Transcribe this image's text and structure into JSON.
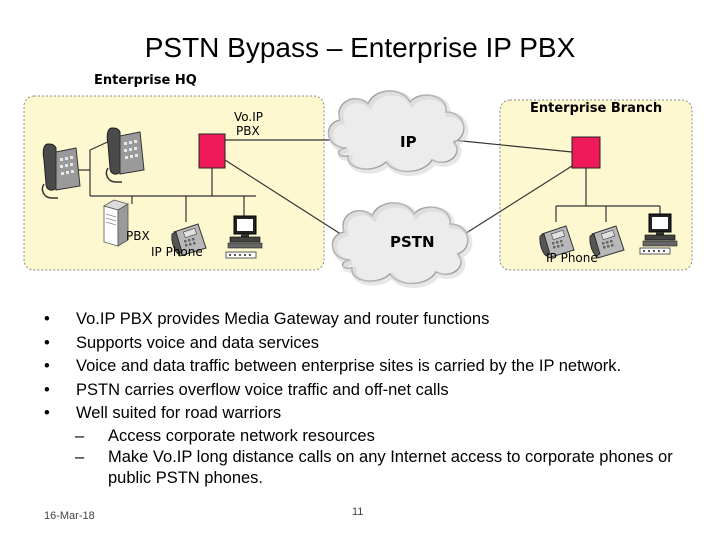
{
  "slide": {
    "title": "PSTN Bypass – Enterprise IP PBX",
    "date": "16-Mar-18",
    "page_number": "11"
  },
  "diagram": {
    "hq_label": "Enterprise HQ",
    "branch_label": "Enterprise Branch",
    "voip_pbx_label": [
      "Vo.IP",
      "PBX"
    ],
    "ip_cloud_label": "IP",
    "pstn_cloud_label": "PSTN",
    "pbx_label": "PBX",
    "hq_ip_phone_label": "IP Phone",
    "branch_ip_phone_label": "IP Phone",
    "colors": {
      "site_fill": "#fdf8cf",
      "pbx_fill": "#f0195a",
      "cloud_fill": "#ececec"
    },
    "icons": [
      "desk-phone-icon",
      "server-tower-icon",
      "ip-phone-icon",
      "computer-icon",
      "router-box-icon",
      "cloud-icon"
    ]
  },
  "bullets": [
    {
      "level": 1,
      "text": "Vo.IP PBX provides Media Gateway and router functions"
    },
    {
      "level": 1,
      "text": "Supports voice and data services"
    },
    {
      "level": 1,
      "text": "Voice and data traffic between enterprise sites is carried by the IP network."
    },
    {
      "level": 1,
      "text": "PSTN carries overflow voice traffic and off-net calls"
    },
    {
      "level": 1,
      "text": "Well suited for road warriors"
    },
    {
      "level": 2,
      "text": "Access corporate network resources"
    },
    {
      "level": 2,
      "text": "Make Vo.IP long distance calls on any Internet access to corporate phones or public PSTN phones."
    }
  ]
}
